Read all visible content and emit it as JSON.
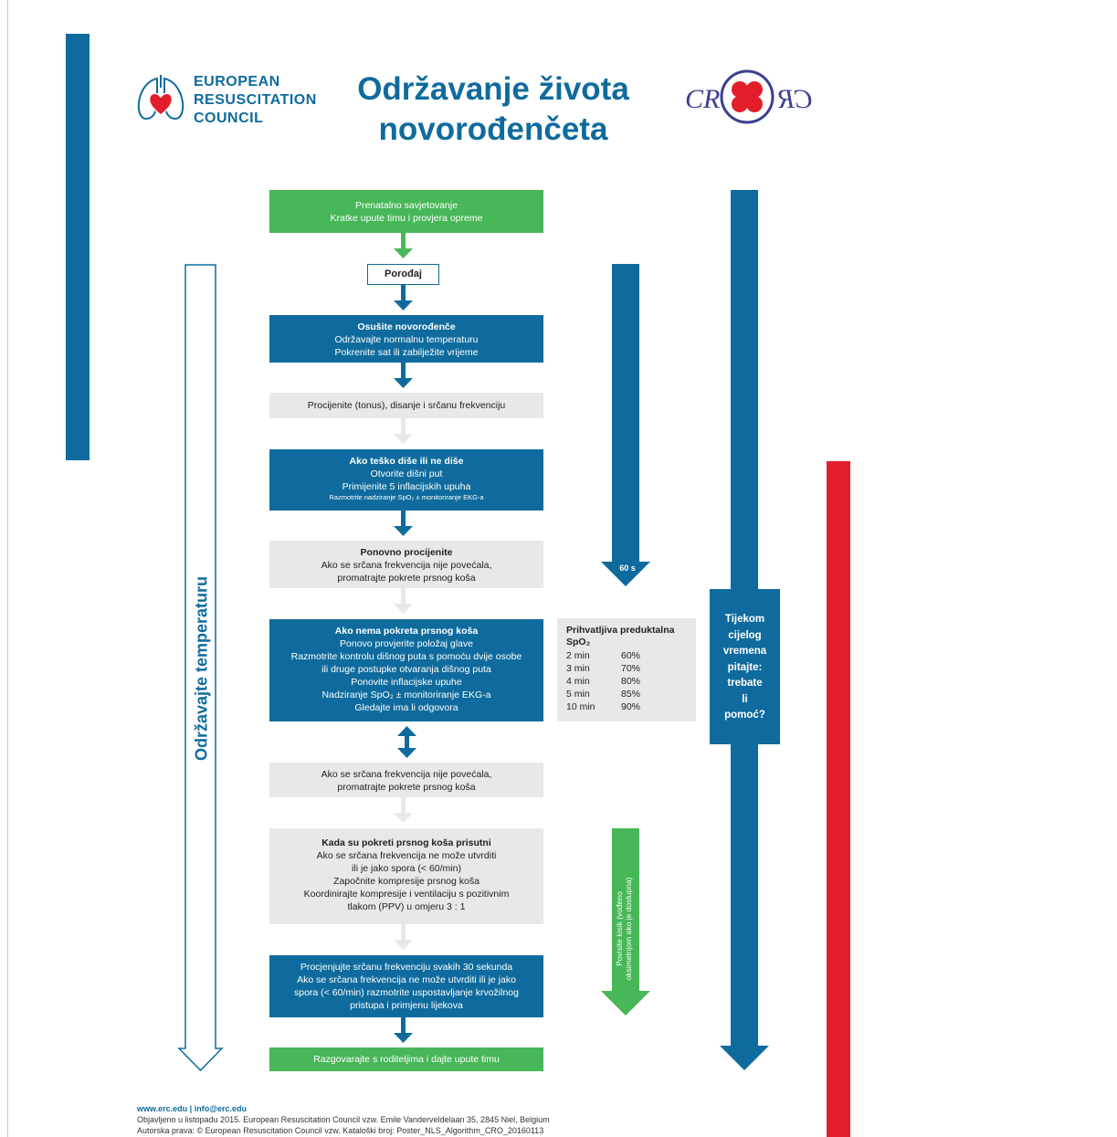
{
  "header": {
    "org_name_line1": "EUROPEAN",
    "org_name_line2": "RESUSCITATION",
    "org_name_line3": "COUNCIL",
    "title_line1": "Održavanje života",
    "title_line2": "novorođenčeta",
    "cro_logo_text": "CRRC"
  },
  "flow": {
    "prenatal_line1": "Prenatalno savjetovanje",
    "prenatal_line2": "Kratke upute timu i provjera opreme",
    "birth": "Porođaj",
    "dry_title": "Osušite novorođenče",
    "dry_line1": "Održavajte normalnu temperaturu",
    "dry_line2": "Pokrenite sat ili zabilježite vrijeme",
    "assess": "Procijenite (tonus), disanje i srčanu frekvenciju",
    "gasp_title": "Ako teško diše ili ne diše",
    "gasp_line1": "Otvorite dišni put",
    "gasp_line2": "Primijenite 5 inflacijskih upuha",
    "gasp_line3": "Razmotrite nadziranje SpO₂ ± monitoriranje EKG-a",
    "reassess_title": "Ponovno procijenite",
    "reassess_line1": "Ako se srčana frekvencija nije povećala,",
    "reassess_line2": "promatrajte pokrete prsnog koša",
    "nochest_title": "Ako nema pokreta prsnog koša",
    "nochest_line1": "Ponovo provjerite položaj glave",
    "nochest_line2": "Razmotrite kontrolu dišnog puta s pomoću dvije osobe",
    "nochest_line3": "ili druge postupke otvaranja dišnog puta",
    "nochest_line4": "Ponovite inflacijske upuhe",
    "nochest_line5": "Nadziranje SpO₂ ± monitoriranje EKG-a",
    "nochest_line6": "Gledajte ima li odgovora",
    "nohr_line1": "Ako se srčana frekvencija nije povećala,",
    "nohr_line2": "promatrajte pokrete prsnog koša",
    "chestmove_title": "Kada su pokreti prsnog koša prisutni",
    "chestmove_line1": "Ako se srčana frekvencija ne može utvrditi",
    "chestmove_line2": "ili je jako spora (< 60/min)",
    "chestmove_line3": "Započnite kompresije prsnog koša",
    "chestmove_line4": "Koordinirajte kompresije i ventilaciju s pozitivnim",
    "chestmove_line5": "tlakom (PPV) u omjeru 3 : 1",
    "reassess30_line1": "Procjenjujte srčanu frekvenciju svakih 30 sekunda",
    "reassess30_line2": "Ako se srčana frekvencija ne može utvrditi ili je jako",
    "reassess30_line3": "spora (< 60/min) razmotrite uspostavljanje krvožilnog",
    "reassess30_line4": "pristupa i primjenu lijekova",
    "talk": "Razgovarajte s roditeljima i dajte upute timu"
  },
  "spo2_table": {
    "title": "Prihvatljiva preduktalna",
    "title_sub": "SpO₂",
    "rows": [
      {
        "time": "2 min",
        "value": "60%"
      },
      {
        "time": "3 min",
        "value": "70%"
      },
      {
        "time": "4 min",
        "value": "80%"
      },
      {
        "time": "5 min",
        "value": "85%"
      },
      {
        "time": "10 min",
        "value": "90%"
      }
    ]
  },
  "side": {
    "temperature_label": "Održavajte temperaturu",
    "sixty_label": "60 s",
    "oxygen_line1": "Povisite kisik (vođeno",
    "oxygen_line2": "oksimetrijom ako je dostupna)",
    "help_line1": "Tijekom",
    "help_line2": "cijelog",
    "help_line3": "vremena",
    "help_line4": "pitajte:",
    "help_line5": "trebate",
    "help_line6": "li",
    "help_line7": "pomoć?"
  },
  "footer": {
    "links": "www.erc.edu | info@erc.edu",
    "published": "Objavljeno u listopadu 2015. European Resuscitation Council vzw. Emile Vanderveldelaan 35, 2845 Niel, Belgium",
    "copyright": "Autorska prava: © European Resuscitation Council vzw. Kataloški broj: Poster_NLS_Algorithm_CRO_20160113"
  },
  "colors": {
    "blue": "#0f6b9d",
    "green": "#47b757",
    "grey": "#e8e8e8",
    "red": "#e31e2b"
  }
}
